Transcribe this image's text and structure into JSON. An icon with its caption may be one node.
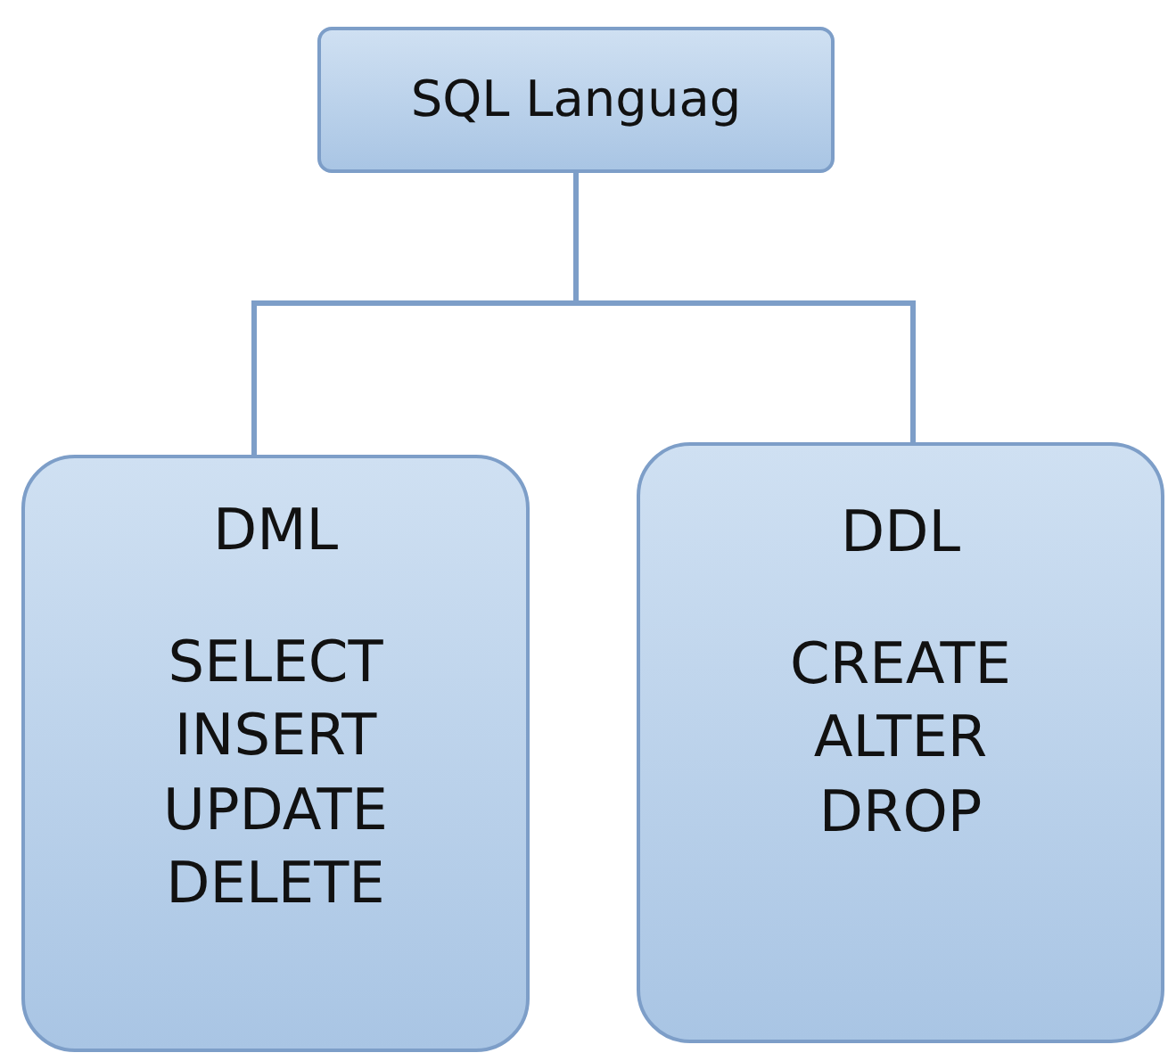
{
  "diagram": {
    "nodes": [
      {
        "text": [
          "SQL Languag"
        ]
      },
      {
        "text": [
          "DML",
          "SELECT INSERT UPDATE DELETE"
        ]
      },
      {
        "text": [
          "DDL",
          "CREATE ALTER DROP"
        ]
      }
    ],
    "edges": [
      {
        "from": 0,
        "to": 1,
        "arrow": "none"
      },
      {
        "from": 0,
        "to": 2,
        "arrow": "none"
      }
    ]
  }
}
